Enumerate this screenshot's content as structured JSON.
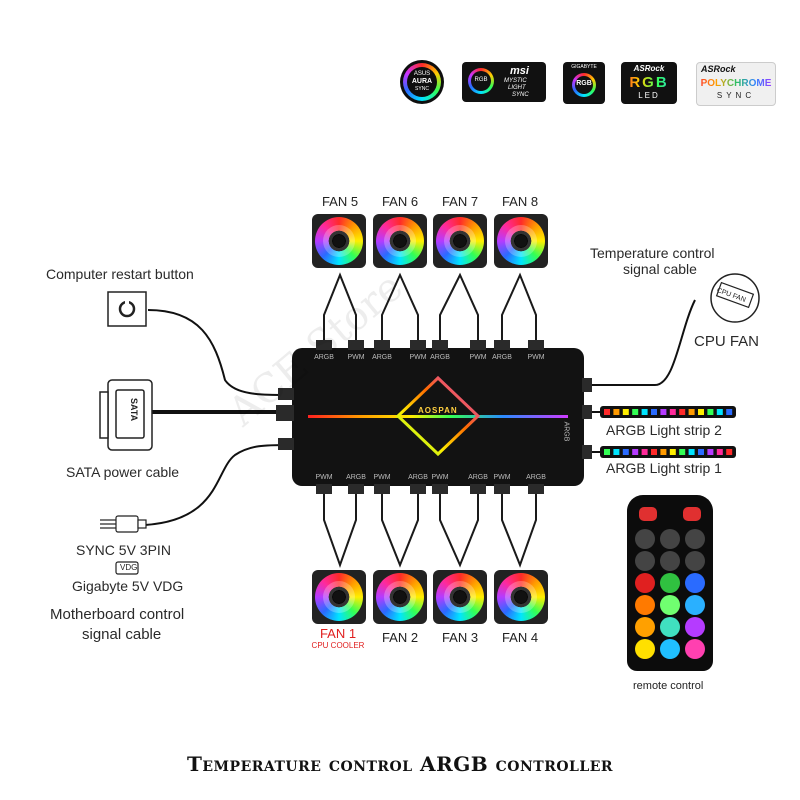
{
  "brand_logos": [
    {
      "name": "asus-aura-sync",
      "lines": [
        "ASUS",
        "AURA",
        "SYNC"
      ]
    },
    {
      "name": "msi-mystic-light",
      "lines": [
        "msi",
        "MYSTIC",
        "LIGHT",
        "SYNC"
      ]
    },
    {
      "name": "gigabyte-rgb-fusion",
      "lines": [
        "GIGABYTE",
        "RGB"
      ]
    },
    {
      "name": "asrock-rgb-led",
      "lines": [
        "ASRock",
        "RGB",
        "LED"
      ]
    },
    {
      "name": "asrock-polychrome-sync",
      "lines": [
        "ASRock",
        "POLYCHROME",
        "SYNC"
      ]
    }
  ],
  "fans_top": [
    "FAN 5",
    "FAN 6",
    "FAN 7",
    "FAN 8"
  ],
  "fans_bottom": [
    "FAN 1",
    "FAN 2",
    "FAN 3",
    "FAN 4"
  ],
  "fan1_sublabel": "CPU COOLER",
  "labels": {
    "restart_button": "Computer restart button",
    "sata_cable": "SATA power cable",
    "sata_plug": "SATA",
    "sync_3pin": "SYNC 5V 3PIN",
    "gigabyte_vdg": "Gigabyte 5V VDG",
    "vdg_tag": "VDG",
    "mb_control_1": "Motherboard control",
    "mb_control_2": "signal cable",
    "temp_control_1": "Temperature control",
    "temp_control_2": "signal cable",
    "cpu_fan": "CPU FAN",
    "cpu_fan_connector": "CPU FAN",
    "argb_strip_2": "ARGB Light strip 2",
    "argb_strip_1": "ARGB Light strip 1",
    "remote_control": "remote control",
    "controller_brand": "AOSPAN"
  },
  "hub_ports_top": [
    "ARGB",
    "PWM",
    "ARGB",
    "PWM",
    "ARGB",
    "PWM",
    "ARGB",
    "PWM"
  ],
  "hub_ports_bottom": [
    "PWM",
    "ARGB",
    "PWM",
    "ARGB",
    "PWM",
    "ARGB",
    "PWM",
    "ARGB"
  ],
  "hub_port_right": "ARGB",
  "watermark": "ACE Store",
  "caption": "Temperature control ARGB controller",
  "colors": {
    "fan_label_red": "#e02020",
    "hub_body": "#121212"
  }
}
